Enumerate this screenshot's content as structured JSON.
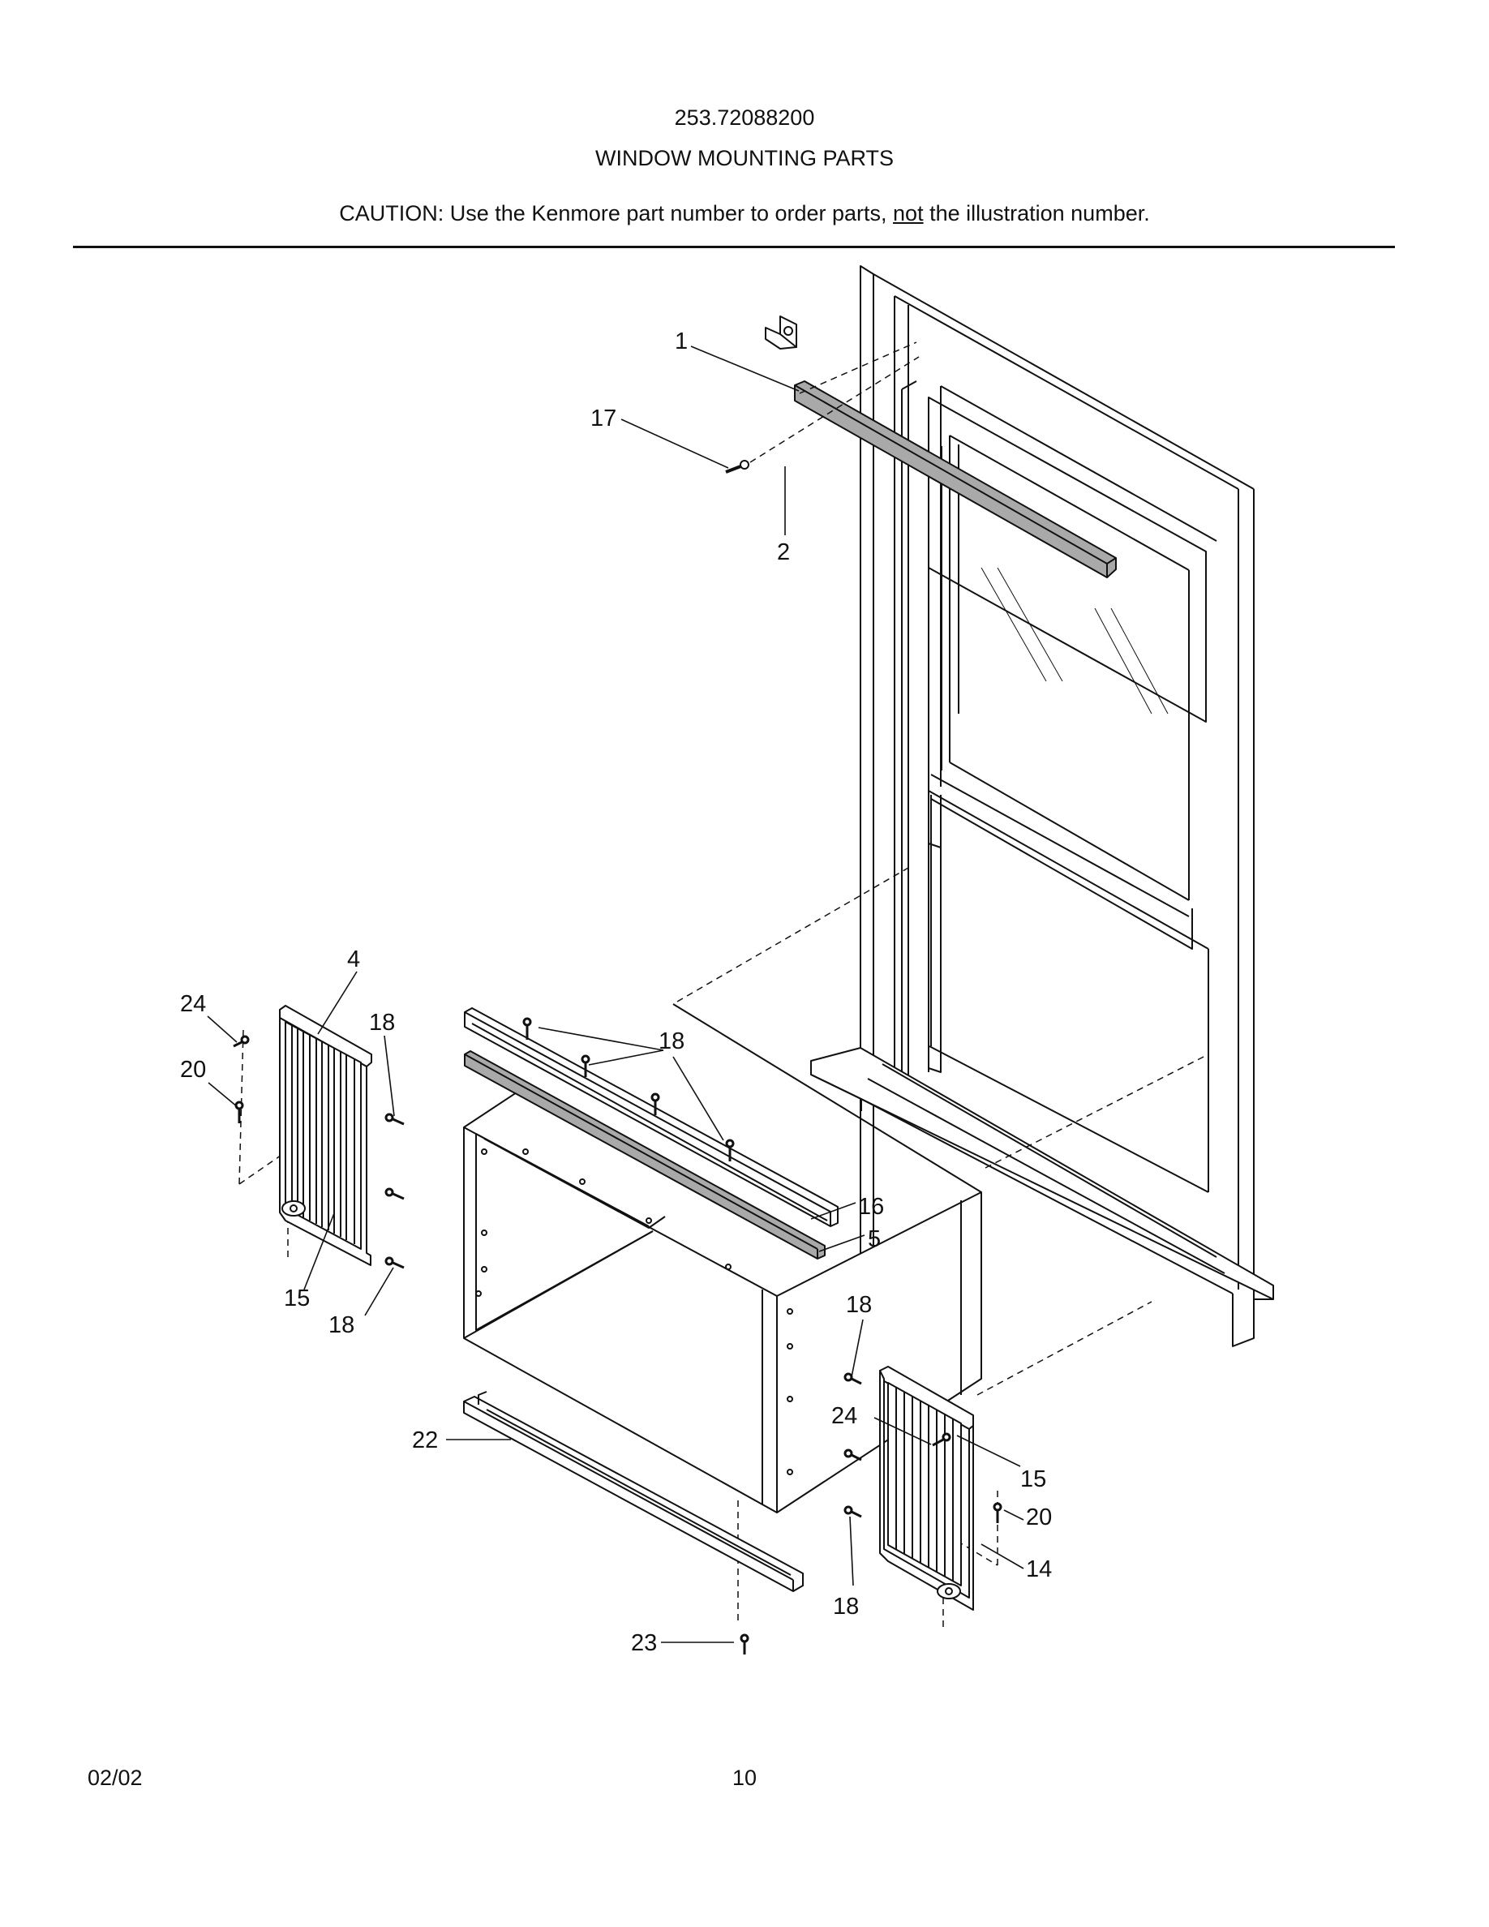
{
  "header": {
    "model_number": "253.72088200",
    "title": "WINDOW  MOUNTING PARTS",
    "caution_prefix": "CAUTION: Use the Kenmore part number to order parts, ",
    "caution_emphasis": "not",
    "caution_suffix": " the illustration number."
  },
  "callouts": {
    "c1": "1",
    "c17": "17",
    "c2": "2",
    "c4": "4",
    "c24a": "24",
    "c20a": "20",
    "c18a": "18",
    "c18b": "18",
    "c16": "16",
    "c5": "5",
    "c15a": "15",
    "c18c": "18",
    "c18d": "18",
    "c24b": "24",
    "c15b": "15",
    "c20b": "20",
    "c14": "14",
    "c22": "22",
    "c18e": "18",
    "c23": "23"
  },
  "footer": {
    "date": "02/02",
    "page_number": "10"
  },
  "colors": {
    "line": "#111111",
    "gasket_fill": "#a9a9a9",
    "panel_fill": "#ffffff"
  }
}
